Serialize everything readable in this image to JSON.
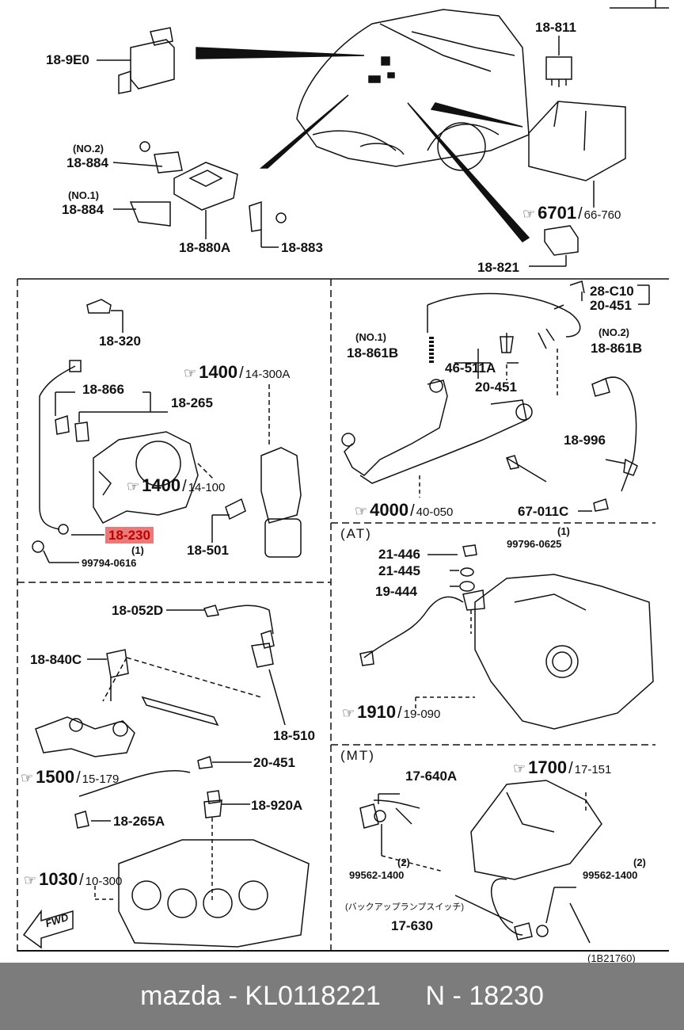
{
  "parts": {
    "p_18_9E0": "18-9E0",
    "p_18_811": "18-811",
    "p_no2_a": "(NO.2)",
    "p_18_884_a": "18-884",
    "p_no1_a": "(NO.1)",
    "p_18_884_b": "18-884",
    "p_18_880A": "18-880A",
    "p_18_883": "18-883",
    "p_18_821": "18-821",
    "p_18_320": "18-320",
    "p_18_866": "18-866",
    "p_18_265": "18-265",
    "p_18_230": "18-230",
    "p_qty1_a": "(1)",
    "p_99794": "99794-0616",
    "p_18_501": "18-501",
    "p_28_C10": "28-C10",
    "p_20_451_a": "20-451",
    "p_no1_b": "(NO.1)",
    "p_18_861B_a": "18-861B",
    "p_no2_b": "(NO.2)",
    "p_18_861B_b": "18-861B",
    "p_46_511A": "46-511A",
    "p_20_451_b": "20-451",
    "p_18_996": "18-996",
    "p_67_011C": "67-011C",
    "p_qty1_b": "(1)",
    "p_99796": "99796-0625",
    "p_21_446": "21-446",
    "p_21_445": "21-445",
    "p_19_444": "19-444",
    "p_18_052D": "18-052D",
    "p_18_840C": "18-840C",
    "p_18_510": "18-510",
    "p_20_451_c": "20-451",
    "p_18_920A": "18-920A",
    "p_18_265A": "18-265A",
    "p_17_640A": "17-640A",
    "p_qty2_a": "(2)",
    "p_99562_a": "99562-1400",
    "p_qty2_b": "(2)",
    "p_99562_b": "99562-1400",
    "p_jp_note": "(バックアップランプスイッチ)",
    "p_17_630": "17-630",
    "p_code": "(1B21760)"
  },
  "refs": [
    {
      "id": "r6701",
      "big": "6701",
      "sub": "66-760"
    },
    {
      "id": "r1400a",
      "big": "1400",
      "sub": "14-300A"
    },
    {
      "id": "r1400b",
      "big": "1400",
      "sub": "14-100"
    },
    {
      "id": "r4000",
      "big": "4000",
      "sub": "40-050"
    },
    {
      "id": "r1910",
      "big": "1910",
      "sub": "19-090"
    },
    {
      "id": "r1500",
      "big": "1500",
      "sub": "15-179"
    },
    {
      "id": "r1700",
      "big": "1700",
      "sub": "17-151"
    },
    {
      "id": "r1030",
      "big": "1030",
      "sub": "10-300"
    }
  ],
  "sections": {
    "at": "(AT)",
    "mt": "(MT)"
  },
  "fwd": "FWD",
  "highlight_color": "#e87a7a",
  "footer": {
    "brand": "mazda",
    "part_no": "KL0118221",
    "n_label": "N",
    "n_value": "18230"
  }
}
